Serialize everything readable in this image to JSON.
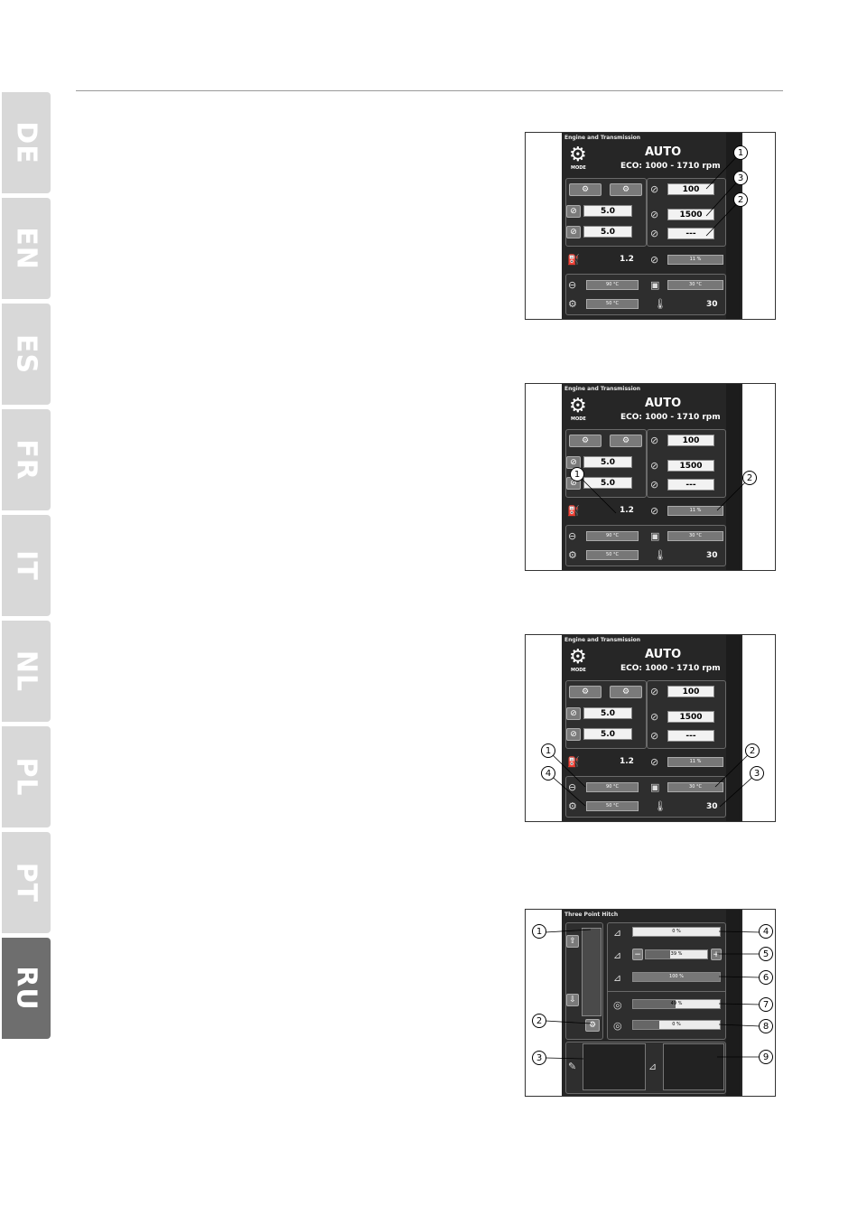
{
  "tabs": [
    "DE",
    "EN",
    "ES",
    "FR",
    "IT",
    "NL",
    "PL",
    "PT",
    "RU"
  ],
  "active_tab": "RU",
  "engine": {
    "title": "Engine and Transmission",
    "mode": "AUTO",
    "mode_label": "MODE",
    "eco": "ECO: 1000 - 1710 rpm",
    "speed1": "5.0",
    "speed2": "5.0",
    "rpm1": "100",
    "rpm2": "1500",
    "rpm3": "---",
    "fuel": "1.2",
    "load": "11 %",
    "temp1": "90 °C",
    "temp2": "50 °C",
    "temp3": "30 °C",
    "ambient": "30"
  },
  "hitch": {
    "title": "Three Point Hitch",
    "bar1": "0 %",
    "bar2": "39 %",
    "bar3": "100 %",
    "bar4": "49 %",
    "bar5": "0 %",
    "fill2": 0.39,
    "fill4": 0.49,
    "fill5": 0.3
  },
  "callouts": {
    "s1": [
      "1",
      "3",
      "2"
    ],
    "s2": [
      "1",
      "2"
    ],
    "s3": [
      "1",
      "4",
      "2",
      "3"
    ],
    "s4": [
      "1",
      "2",
      "3",
      "4",
      "5",
      "6",
      "7",
      "8",
      "9"
    ]
  }
}
